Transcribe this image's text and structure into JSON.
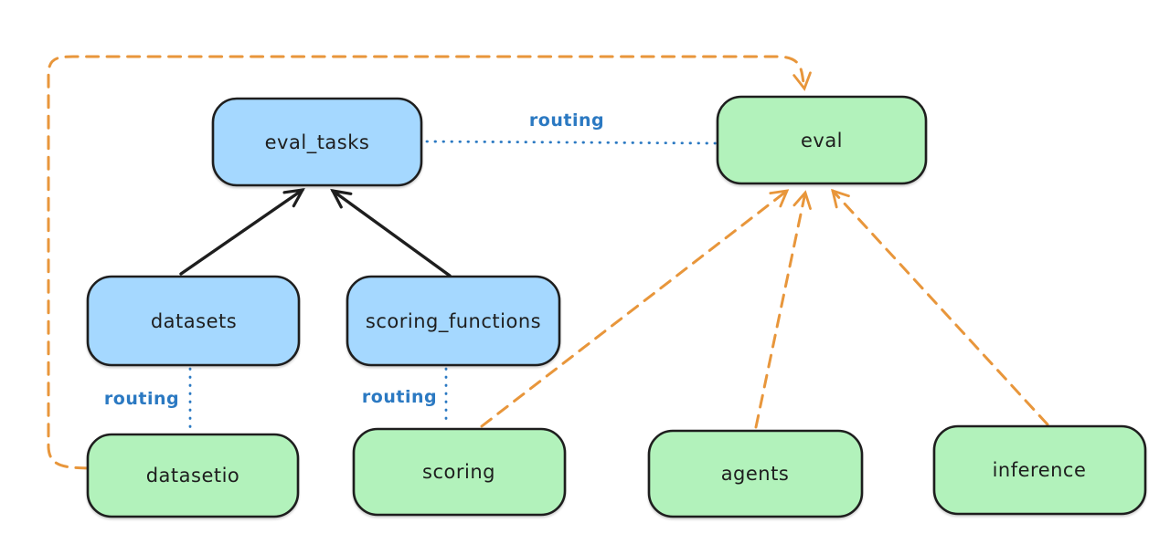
{
  "nodes": {
    "eval_tasks": {
      "label": "eval_tasks"
    },
    "eval": {
      "label": "eval"
    },
    "datasets": {
      "label": "datasets"
    },
    "scoring_functions": {
      "label": "scoring_functions"
    },
    "datasetio": {
      "label": "datasetio"
    },
    "scoring": {
      "label": "scoring"
    },
    "agents": {
      "label": "agents"
    },
    "inference": {
      "label": "inference"
    }
  },
  "edge_labels": {
    "routing_top": "routing",
    "routing_left": "routing",
    "routing_mid": "routing"
  },
  "colors": {
    "background": "#ffffff",
    "api_fill": "#a5d8ff",
    "provider_fill": "#b2f2bb",
    "node_stroke": "#1e1e1e",
    "solid_arrow": "#1e1e1e",
    "routing_line": "#2b79c2",
    "dashed_arrow": "#e8963b"
  }
}
